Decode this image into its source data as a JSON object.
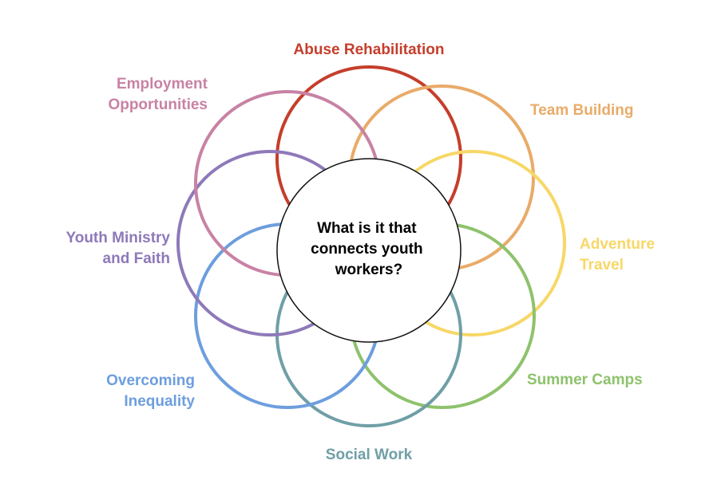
{
  "center": {
    "lines": [
      "What is it that",
      "connects youth",
      "workers?"
    ]
  },
  "topics": [
    {
      "id": "abuse-rehabilitation",
      "lines": [
        "Abuse Rehabilitation"
      ],
      "color": "#c53e2b"
    },
    {
      "id": "team-building",
      "lines": [
        "Team Building"
      ],
      "color": "#e9ab69"
    },
    {
      "id": "adventure-travel",
      "lines": [
        "Adventure",
        "Travel"
      ],
      "color": "#f7d767"
    },
    {
      "id": "summer-camps",
      "lines": [
        "Summer Camps"
      ],
      "color": "#8ec26c"
    },
    {
      "id": "social-work",
      "lines": [
        "Social Work"
      ],
      "color": "#6f9fa6"
    },
    {
      "id": "overcoming-inequality",
      "lines": [
        "Overcoming",
        "Inequality"
      ],
      "color": "#6d9ede"
    },
    {
      "id": "youth-ministry-and-faith",
      "lines": [
        "Youth Ministry",
        "and Faith"
      ],
      "color": "#8e79b9"
    },
    {
      "id": "employment-opportunities",
      "lines": [
        "Employment",
        "Opportunities"
      ],
      "color": "#c882a4"
    }
  ]
}
